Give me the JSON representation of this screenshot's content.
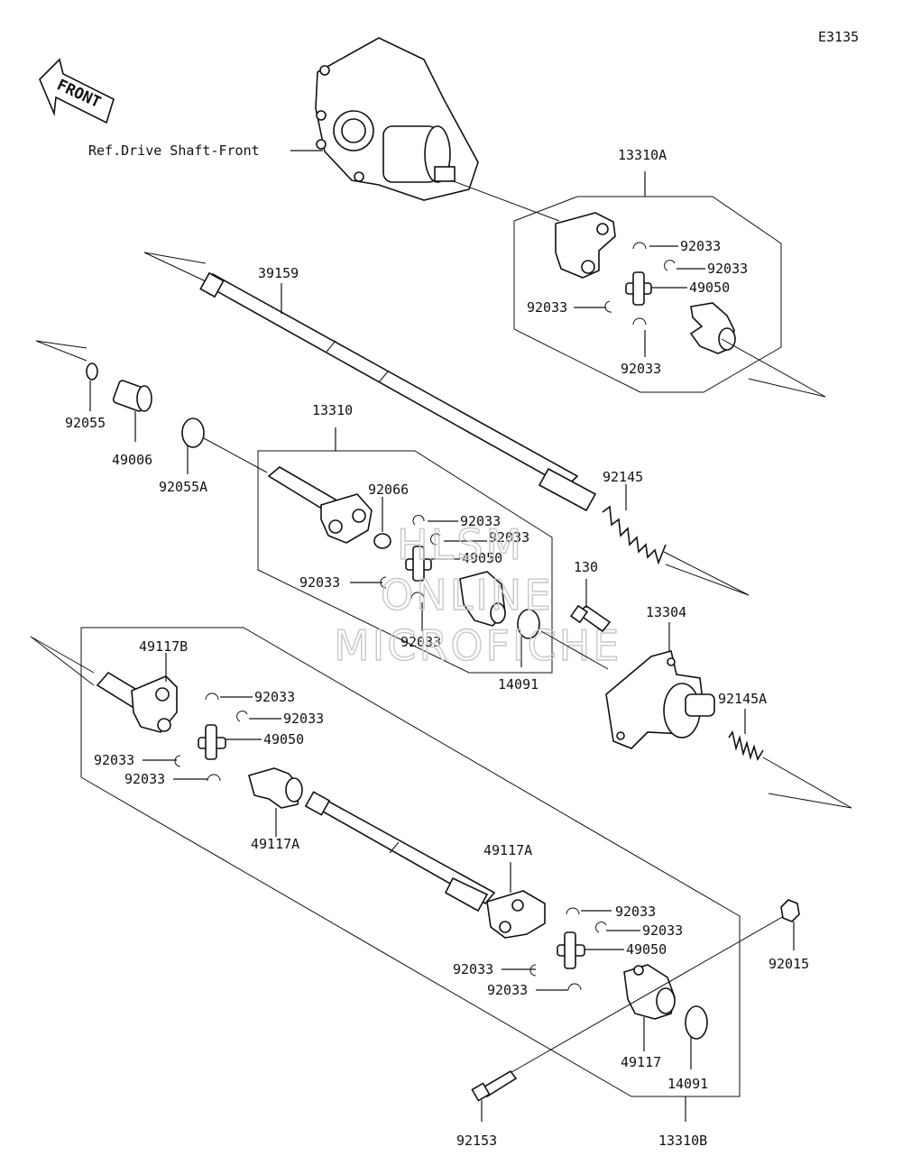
{
  "diagram_code": "E3135",
  "front_arrow": {
    "label": "FRONT",
    "icon": "front-direction-arrow-icon"
  },
  "reference_note": "Ref.Drive Shaft-Front",
  "watermark": {
    "line1": "HLSM",
    "line2": "ONLINE",
    "line3": "MICROFICHE"
  },
  "labels": {
    "l13310A": "13310A",
    "l92033_a1": "92033",
    "l92033_a2": "92033",
    "l49050_a": "49050",
    "l92033_a3": "92033",
    "l92033_a4": "92033",
    "l39159": "39159",
    "l92055": "92055",
    "l49006": "49006",
    "l92055A": "92055A",
    "l13310": "13310",
    "l92066": "92066",
    "l92033_b1": "92033",
    "l92033_b2": "92033",
    "l49050_b": "49050",
    "l92033_b3": "92033",
    "l92033_b4": "92033",
    "l14091_a": "14091",
    "l92145": "92145",
    "l130": "130",
    "l13304": "13304",
    "l92145A": "92145A",
    "l49117B": "49117B",
    "l92033_c1": "92033",
    "l92033_c2": "92033",
    "l49050_c": "49050",
    "l92033_c3": "92033",
    "l92033_c4": "92033",
    "l49117A_1": "49117A",
    "l49117A_2": "49117A",
    "l92033_d1": "92033",
    "l92033_d2": "92033",
    "l49050_d": "49050",
    "l92033_d3": "92033",
    "l92033_d4": "92033",
    "l92015": "92015",
    "l49117": "49117",
    "l14091_b": "14091",
    "l92153": "92153",
    "l13310B": "13310B"
  }
}
